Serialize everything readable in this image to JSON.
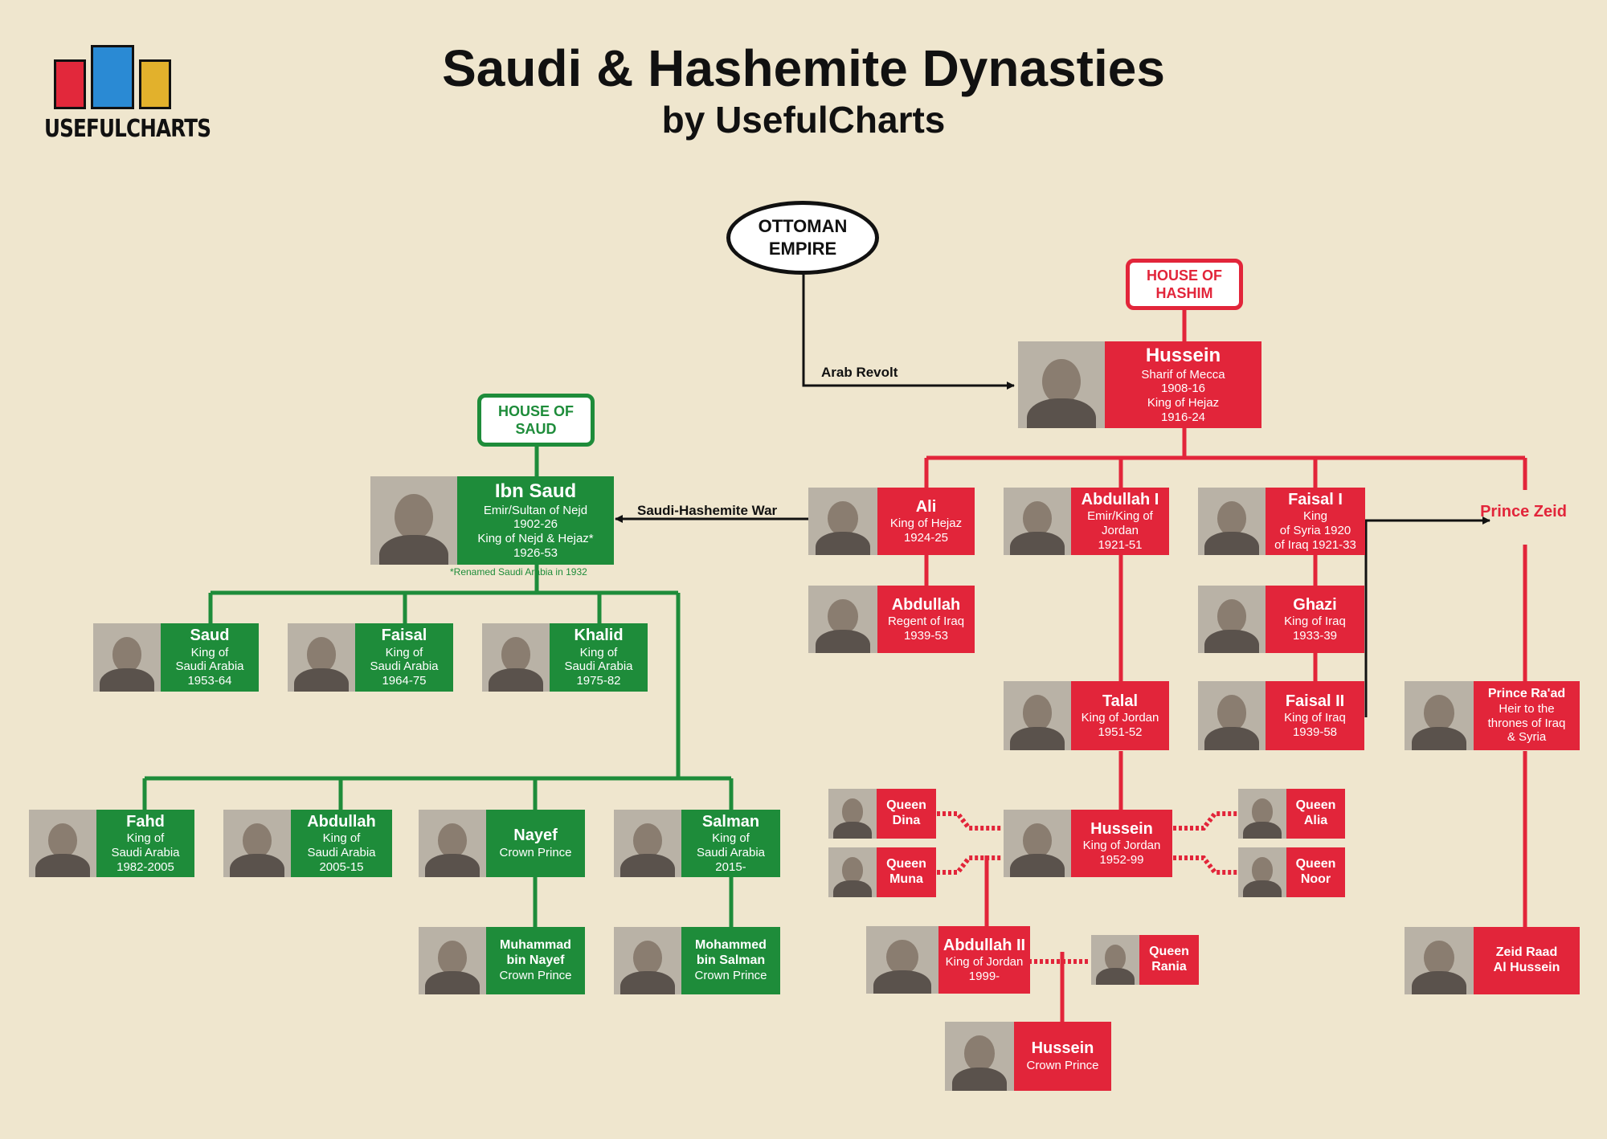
{
  "title": "Saudi & Hashemite Dynasties",
  "subtitle": "by UsefulCharts",
  "logo": {
    "text": "USEFULCHARTS",
    "colors": [
      "#e2283b",
      "#2a8ad4",
      "#e2b12c"
    ]
  },
  "colors": {
    "saud": "#1e8c3a",
    "hashim": "#e2253a",
    "background": "#efe6ce"
  },
  "empire": "OTTOMAN EMPIRE",
  "houses": {
    "hashim": "HOUSE OF HASHIM",
    "saud": "HOUSE OF SAUD"
  },
  "edges": {
    "arab_revolt": "Arab Revolt",
    "war": "Saudi-Hashemite War"
  },
  "note": "*Renamed Saudi   Arabia in 1932",
  "saud": {
    "ibn_saud": {
      "name": "Ibn Saud",
      "sub": "Emir/Sultan of Nejd\n1902-26\nKing of Nejd & Hejaz*\n1926-53"
    },
    "saud": {
      "name": "Saud",
      "sub": "King of\nSaudi Arabia\n1953-64"
    },
    "faisal": {
      "name": "Faisal",
      "sub": "King of\nSaudi Arabia\n1964-75"
    },
    "khalid": {
      "name": "Khalid",
      "sub": "King of\nSaudi Arabia\n1975-82"
    },
    "fahd": {
      "name": "Fahd",
      "sub": "King of\nSaudi Arabia\n1982-2005"
    },
    "abdullah": {
      "name": "Abdullah",
      "sub": "King of\nSaudi Arabia\n2005-15"
    },
    "nayef": {
      "name": "Nayef",
      "sub": "Crown Prince"
    },
    "salman": {
      "name": "Salman",
      "sub": "King of\nSaudi Arabia\n2015-"
    },
    "muhammad_nayef": {
      "name": "Muhammad\nbin Nayef",
      "sub": "Crown Prince"
    },
    "mohammed_salman": {
      "name": "Mohammed\nbin Salman",
      "sub": "Crown Prince"
    }
  },
  "hashim": {
    "hussein": {
      "name": "Hussein",
      "sub": "Sharif of Mecca\n1908-16\nKing of Hejaz\n1916-24"
    },
    "ali": {
      "name": "Ali",
      "sub": "King of Hejaz\n1924-25"
    },
    "abdullah_i": {
      "name": "Abdullah I",
      "sub": "Emir/King of\nJordan\n1921-51"
    },
    "faisal_i": {
      "name": "Faisal I",
      "sub": "King\nof Syria 1920\nof Iraq 1921-33"
    },
    "prince_zeid": "Prince Zeid",
    "abdullah_regent": {
      "name": "Abdullah",
      "sub": "Regent of Iraq\n1939-53"
    },
    "ghazi": {
      "name": "Ghazi",
      "sub": "King of Iraq\n1933-39"
    },
    "talal": {
      "name": "Talal",
      "sub": "King of Jordan\n1951-52"
    },
    "faisal_ii": {
      "name": "Faisal II",
      "sub": "King of Iraq\n1939-58"
    },
    "raad": {
      "name": "Prince Ra'ad",
      "sub": "Heir to the\nthrones of Iraq\n& Syria"
    },
    "queen_dina": {
      "name": "Queen\nDina"
    },
    "queen_muna": {
      "name": "Queen\nMuna"
    },
    "hussein_jordan": {
      "name": "Hussein",
      "sub": "King of Jordan\n1952-99"
    },
    "queen_alia": {
      "name": "Queen\nAlia"
    },
    "queen_noor": {
      "name": "Queen\nNoor"
    },
    "abdullah_ii": {
      "name": "Abdullah II",
      "sub": "King of Jordan\n1999-"
    },
    "queen_rania": {
      "name": "Queen\nRania"
    },
    "zeid_raad": {
      "name": "Zeid Raad\nAl Hussein"
    },
    "crown_prince_hussein": {
      "name": "Hussein",
      "sub": "Crown Prince"
    }
  }
}
